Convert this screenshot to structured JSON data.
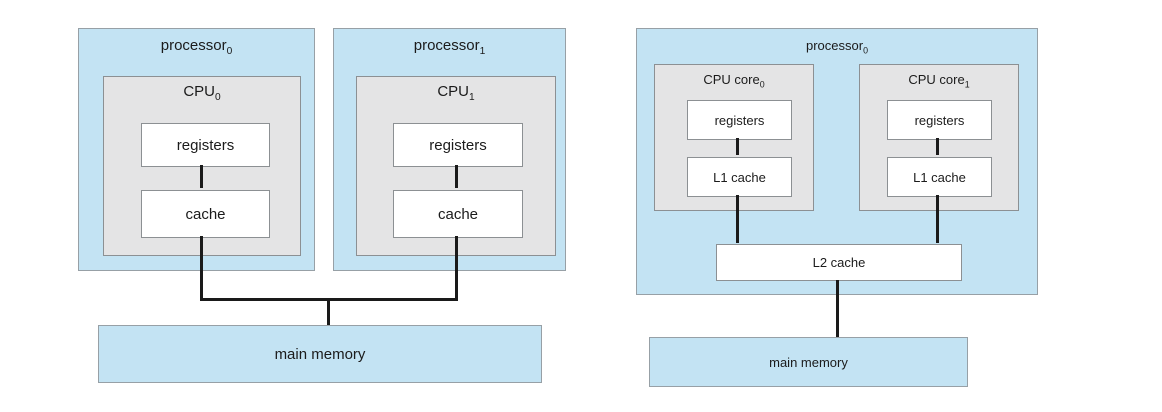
{
  "figure": {
    "left": {
      "name": "multiprocessor-architecture",
      "processors": [
        {
          "label": "processor",
          "sub": "0",
          "cpu_label": "CPU",
          "cpu_sub": "0",
          "registers_label": "registers",
          "cache_label": "cache"
        },
        {
          "label": "processor",
          "sub": "1",
          "cpu_label": "CPU",
          "cpu_sub": "1",
          "registers_label": "registers",
          "cache_label": "cache"
        }
      ],
      "memory_label": "main memory"
    },
    "right": {
      "name": "multicore-architecture",
      "processor_label": "processor",
      "processor_sub": "0",
      "cores": [
        {
          "label": "CPU core",
          "sub": "0",
          "registers_label": "registers",
          "l1_label": "L1 cache"
        },
        {
          "label": "CPU core",
          "sub": "1",
          "registers_label": "registers",
          "l1_label": "L1 cache"
        }
      ],
      "l2_label": "L2 cache",
      "memory_label": "main memory"
    },
    "colors": {
      "processor_fill": "#c3e3f3",
      "processor_border": "#97a0a6",
      "core_fill": "#e4e4e5",
      "core_border": "#8c9093",
      "white_box_fill": "#ffffff",
      "white_box_border": "#8c9093",
      "connector": "#1a1a1a"
    }
  }
}
